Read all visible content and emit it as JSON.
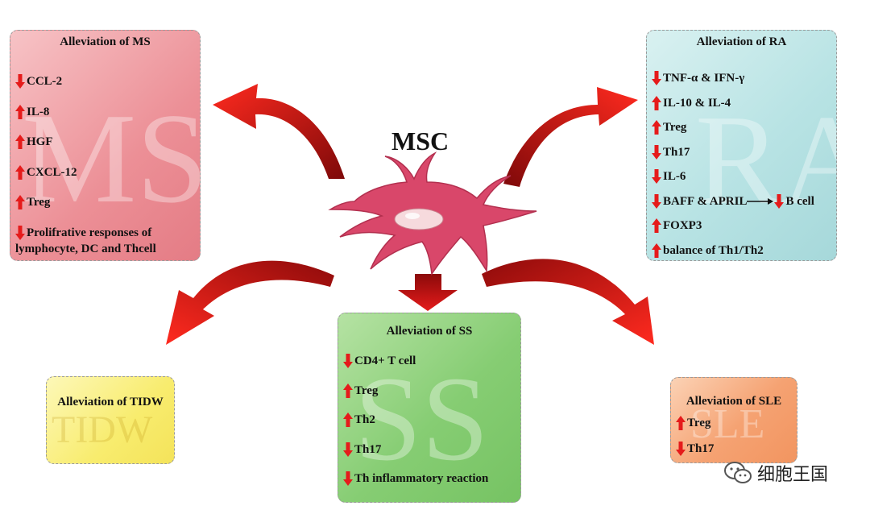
{
  "center": {
    "label": "MSC"
  },
  "boxes": {
    "ms": {
      "title": "Alleviation of MS",
      "watermark": "MS",
      "items": [
        {
          "dir": "down",
          "text": "CCL-2"
        },
        {
          "dir": "up",
          "text": "IL-8"
        },
        {
          "dir": "up",
          "text": "HGF"
        },
        {
          "dir": "up",
          "text": "CXCL-12"
        },
        {
          "dir": "up",
          "text": "Treg"
        },
        {
          "dir": "down",
          "text": "Prolifrative responses of",
          "text2": "lymphocyte, DC and Thcell"
        }
      ]
    },
    "ra": {
      "title": "Alleviation of RA",
      "watermark": "RA",
      "items": [
        {
          "dir": "down",
          "text": "TNF-α & IFN-γ"
        },
        {
          "dir": "up",
          "text": "IL-10 & IL-4"
        },
        {
          "dir": "up",
          "text": "Treg"
        },
        {
          "dir": "down",
          "text": "Th17"
        },
        {
          "dir": "down",
          "text": "IL-6"
        },
        {
          "dir": "down",
          "text": "BAFF & APRIL",
          "arrow_target_dir": "down",
          "arrow_target": "B cell"
        },
        {
          "dir": "up",
          "text": "FOXP3"
        },
        {
          "dir": "up",
          "text": "balance of Th1/Th2"
        }
      ]
    },
    "ss": {
      "title": "Alleviation of SS",
      "watermark": "SS",
      "items": [
        {
          "dir": "down",
          "text": "CD4+ T cell"
        },
        {
          "dir": "up",
          "text": "Treg"
        },
        {
          "dir": "up",
          "text": "Th2"
        },
        {
          "dir": "down",
          "text": "Th17"
        },
        {
          "dir": "down",
          "text": "Th inflammatory reaction"
        }
      ]
    },
    "tidw": {
      "title": "Alleviation of TIDW",
      "watermark": "TIDW",
      "items": []
    },
    "sle": {
      "title": "Alleviation of SLE",
      "watermark": "SLE",
      "items": [
        {
          "dir": "up",
          "text": "Treg"
        },
        {
          "dir": "down",
          "text": "Th17"
        }
      ]
    }
  },
  "watermark_brand": {
    "text": "细胞王国"
  },
  "colors": {
    "arrow_red": "#e51b1b",
    "arrow_dark": "#8b0a0a",
    "cell_body": "#d9476a",
    "nucleus": "#f6dadd"
  }
}
